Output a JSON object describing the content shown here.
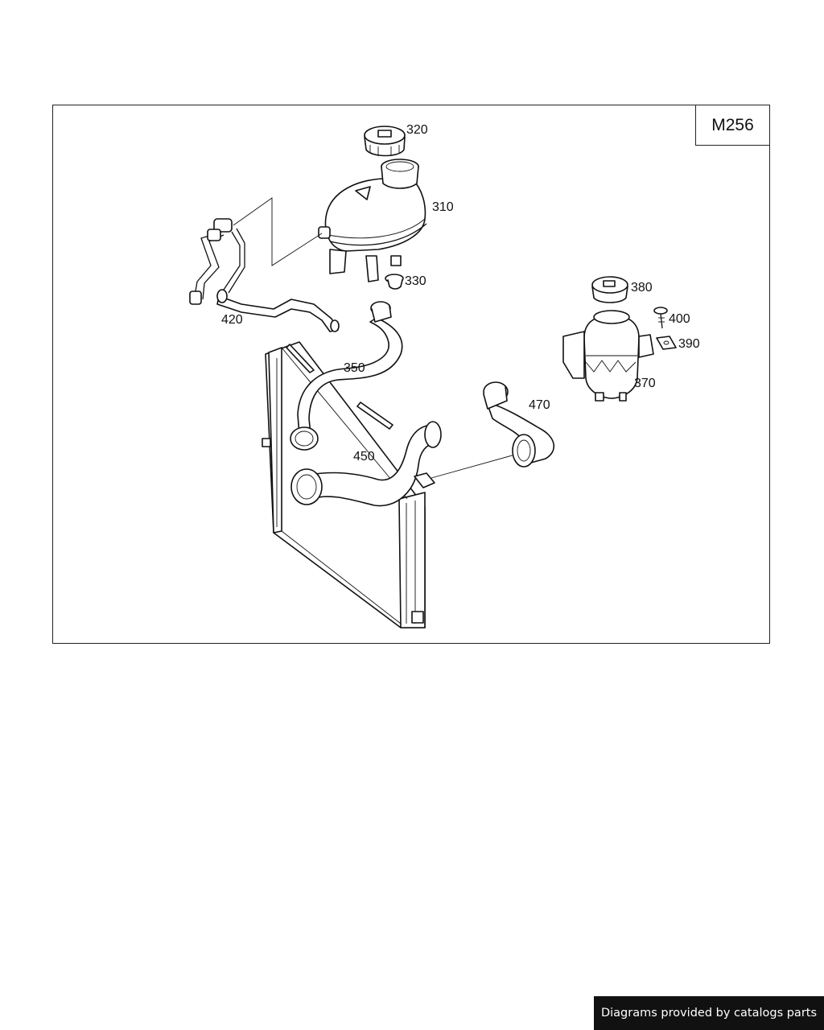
{
  "engine_code": "M256",
  "footer_credit": "Diagrams provided by catalogs parts",
  "callouts": {
    "c320": "320",
    "c310": "310",
    "c330": "330",
    "c420": "420",
    "c350": "350",
    "c380": "380",
    "c400": "400",
    "c390": "390",
    "c370": "370",
    "c470": "470",
    "c450": "450"
  }
}
